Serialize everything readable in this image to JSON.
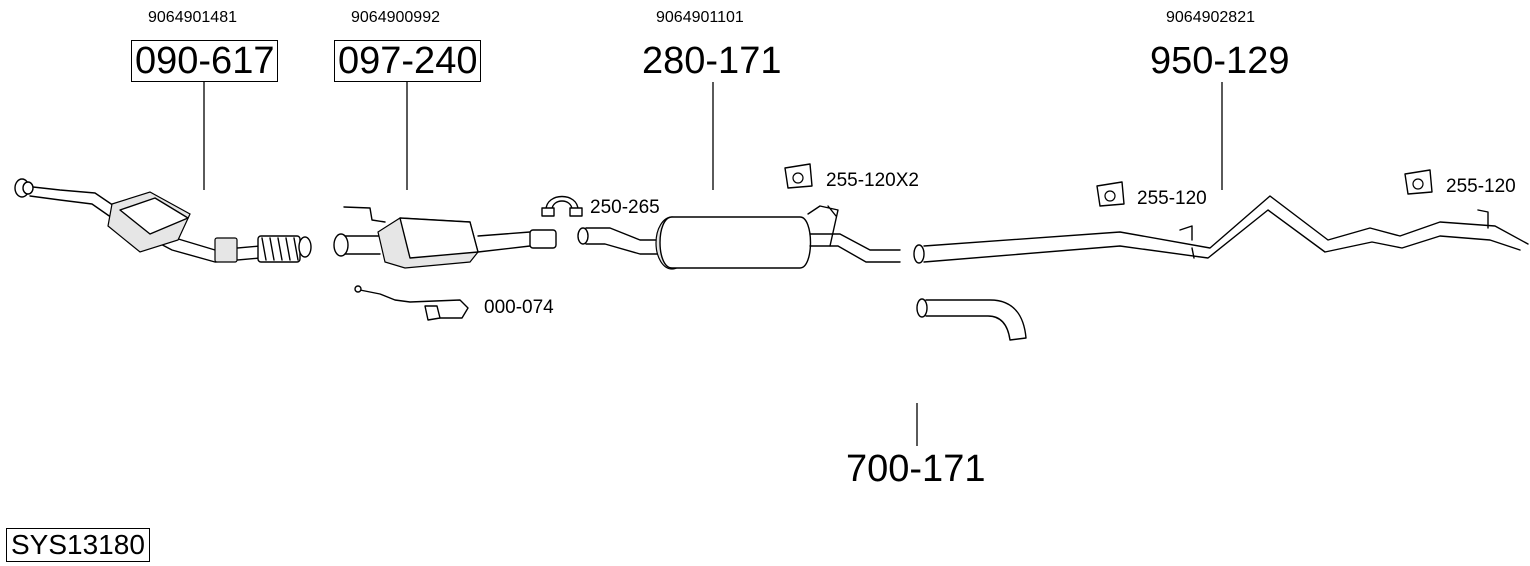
{
  "parts": [
    {
      "oe": "9064901481",
      "number": "090-617",
      "boxed": true
    },
    {
      "oe": "9064900992",
      "number": "097-240",
      "boxed": true
    },
    {
      "oe": "9064901101",
      "number": "280-171",
      "boxed": false
    },
    {
      "oe": "9064902821",
      "number": "950-129",
      "boxed": false
    },
    {
      "oe": "",
      "number": "700-171",
      "boxed": false
    }
  ],
  "accessories": {
    "clamp": "250-265",
    "hanger_middle": "255-120X2",
    "hanger_rear_1": "255-120",
    "hanger_rear_2": "255-120",
    "sensor": "000-074"
  },
  "system_code": "SYS13180"
}
